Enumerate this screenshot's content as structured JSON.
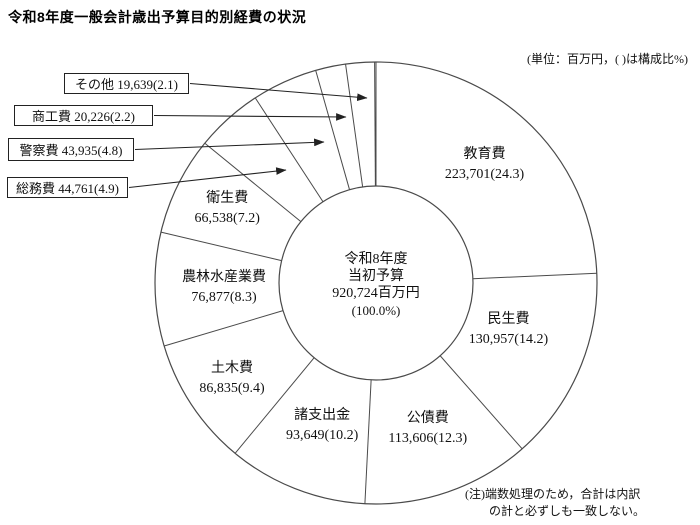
{
  "page": {
    "title": "令和8年度一般会計歳出予算目的別経費の状況",
    "unit_note": "(単位：百万円，( )は構成比%)",
    "footnote": {
      "line1": "(注)端数処理のため，合計は内訳",
      "line2": "の計と必ずしも一致しない。"
    }
  },
  "chart_data": {
    "type": "pie",
    "variant": "donut",
    "title": "令和8年度一般会計歳出予算目的別経費の状況",
    "unit": "百万円",
    "direction": "clockwise",
    "start_angle_deg": 0,
    "center": {
      "line1": "令和8年度",
      "line2": "当初予算",
      "line3": "920,724百万円",
      "line4": "(100.0%)"
    },
    "total": {
      "value": 920724,
      "value_display": "920,724",
      "pct_display": "100.0"
    },
    "items": [
      {
        "name": "教育費",
        "value": 223701,
        "value_display": "223,701",
        "pct": 24.3,
        "pct_display": "24.3",
        "callout": false
      },
      {
        "name": "民生費",
        "value": 130957,
        "value_display": "130,957",
        "pct": 14.2,
        "pct_display": "14.2",
        "callout": false
      },
      {
        "name": "公債費",
        "value": 113606,
        "value_display": "113,606",
        "pct": 12.3,
        "pct_display": "12.3",
        "callout": false
      },
      {
        "name": "諸支出金",
        "value": 93649,
        "value_display": "93,649",
        "pct": 10.2,
        "pct_display": "10.2",
        "callout": false
      },
      {
        "name": "土木費",
        "value": 86835,
        "value_display": "86,835",
        "pct": 9.4,
        "pct_display": "9.4",
        "callout": false
      },
      {
        "name": "農林水産業費",
        "value": 76877,
        "value_display": "76,877",
        "pct": 8.3,
        "pct_display": "8.3",
        "callout": false
      },
      {
        "name": "衛生費",
        "value": 66538,
        "value_display": "66,538",
        "pct": 7.2,
        "pct_display": "7.2",
        "callout": false
      },
      {
        "name": "総務費",
        "value": 44761,
        "value_display": "44,761",
        "pct": 4.9,
        "pct_display": "4.9",
        "callout": true
      },
      {
        "name": "警察費",
        "value": 43935,
        "value_display": "43,935",
        "pct": 4.8,
        "pct_display": "4.8",
        "callout": true
      },
      {
        "name": "商工費",
        "value": 20226,
        "value_display": "20,226",
        "pct": 2.2,
        "pct_display": "2.2",
        "callout": true
      },
      {
        "name": "その他",
        "value": 19639,
        "value_display": "19,639",
        "pct": 2.1,
        "pct_display": "2.1",
        "callout": true
      }
    ],
    "colors": {
      "stroke": "#4a4a4a",
      "arrow": "#222222",
      "text": "#111111",
      "background": "#ffffff"
    }
  }
}
